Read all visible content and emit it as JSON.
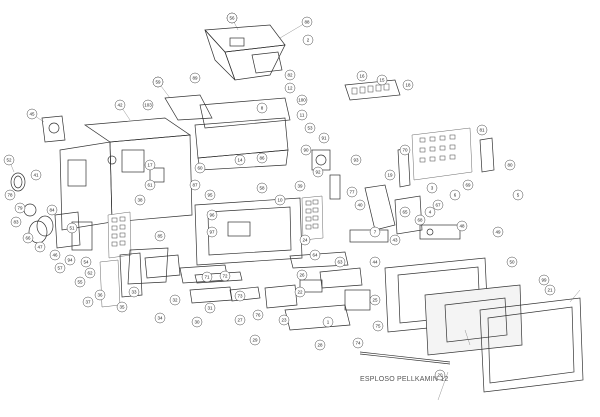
{
  "diagram": {
    "caption": "ESPLOSO PELLKAMIN 12",
    "callouts": [
      "13",
      "9",
      "88",
      "2",
      "89",
      "82",
      "12",
      "100",
      "11",
      "14",
      "8",
      "103",
      "42",
      "45",
      "41",
      "52",
      "87",
      "95",
      "96",
      "97",
      "60",
      "58",
      "17",
      "61",
      "66",
      "47",
      "46",
      "57",
      "55",
      "51",
      "64",
      "63",
      "72",
      "71",
      "73",
      "26",
      "22",
      "27",
      "28",
      "74",
      "25",
      "75",
      "76",
      "24",
      "62",
      "94",
      "54",
      "53",
      "90",
      "91",
      "92",
      "93",
      "4",
      "6",
      "3",
      "5",
      "7",
      "43",
      "44",
      "40",
      "48",
      "49",
      "50",
      "81",
      "80",
      "86",
      "15",
      "16",
      "18",
      "19",
      "20",
      "21",
      "99",
      "30",
      "31",
      "32",
      "33",
      "34",
      "35",
      "36",
      "37",
      "38",
      "39",
      "10",
      "1",
      "23",
      "29",
      "65",
      "67",
      "68",
      "69",
      "70",
      "77",
      "78",
      "79",
      "83",
      "84",
      "85",
      "56",
      "59"
    ]
  }
}
